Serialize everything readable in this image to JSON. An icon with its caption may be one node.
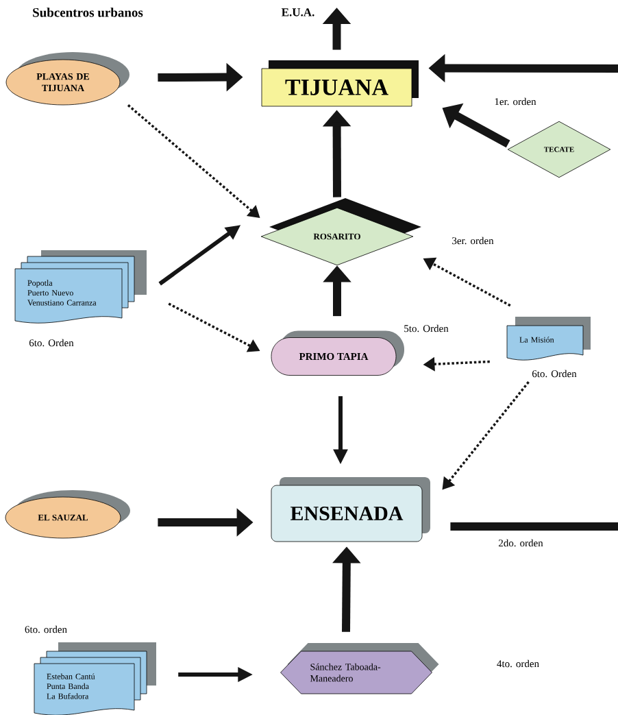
{
  "diagram": {
    "title": "Subcentros urbanos",
    "nodes": [
      {
        "text": [
          "E.U.A."
        ]
      },
      {
        "text": [
          "TIJUANA"
        ]
      },
      {
        "text": [
          "PLAYAS DE TIJUANA"
        ]
      },
      {
        "text": [
          "TECATE"
        ]
      },
      {
        "text": [
          "ROSARITO"
        ],
        "beside": [
          "3er. orden"
        ]
      },
      {
        "text": [
          "Popotla",
          "Puerto Nuevo",
          "Venustiano Carranza"
        ],
        "beside": [
          "6to. Orden"
        ]
      },
      {
        "text": [
          "PRIMO TAPIA"
        ],
        "beside": [
          "5to. Orden"
        ]
      },
      {
        "text": [
          "La Misión"
        ],
        "beside": [
          "6to. Orden"
        ]
      },
      {
        "text": [
          "ENSENADA"
        ]
      },
      {
        "text": [
          "EL SAUZAL"
        ]
      },
      {
        "text": [
          "Esteban Cantú",
          "Punta Banda",
          "La Bufadora"
        ],
        "beside": [
          "6to. orden"
        ]
      },
      {
        "text": [
          "Sánchez Taboada-Maneadero"
        ]
      }
    ],
    "edges": [
      {
        "from": 1,
        "to": 0,
        "arrow": "to"
      },
      {
        "from": 2,
        "to": 1,
        "arrow": "to"
      },
      {
        "from": null,
        "to": 1,
        "arrow": "to"
      },
      {
        "from": 3,
        "to": 1,
        "arrow": "to"
      },
      {
        "from": 2,
        "to": 4,
        "arrow": "to",
        "style": "dashed"
      },
      {
        "from": 4,
        "to": 1,
        "arrow": "to"
      },
      {
        "from": 5,
        "to": 4,
        "arrow": "to"
      },
      {
        "from": 5,
        "to": 6,
        "arrow": "to",
        "style": "dashed"
      },
      {
        "from": 6,
        "to": 4,
        "arrow": "to"
      },
      {
        "from": 7,
        "to": 4,
        "arrow": "to",
        "style": "dashed"
      },
      {
        "from": 7,
        "to": 6,
        "arrow": "to",
        "style": "dashed"
      },
      {
        "from": 7,
        "to": 8,
        "arrow": "to",
        "style": "dashed"
      },
      {
        "from": 6,
        "to": 8,
        "arrow": "to"
      },
      {
        "from": 9,
        "to": 8,
        "arrow": "to"
      },
      {
        "from": 8,
        "to": null,
        "arrow": "none"
      },
      {
        "from": 11,
        "to": 8,
        "arrow": "to"
      },
      {
        "from": 10,
        "to": 11,
        "arrow": "to"
      }
    ],
    "labels": [
      "1er. orden",
      "2do. orden",
      "4to. orden"
    ]
  }
}
